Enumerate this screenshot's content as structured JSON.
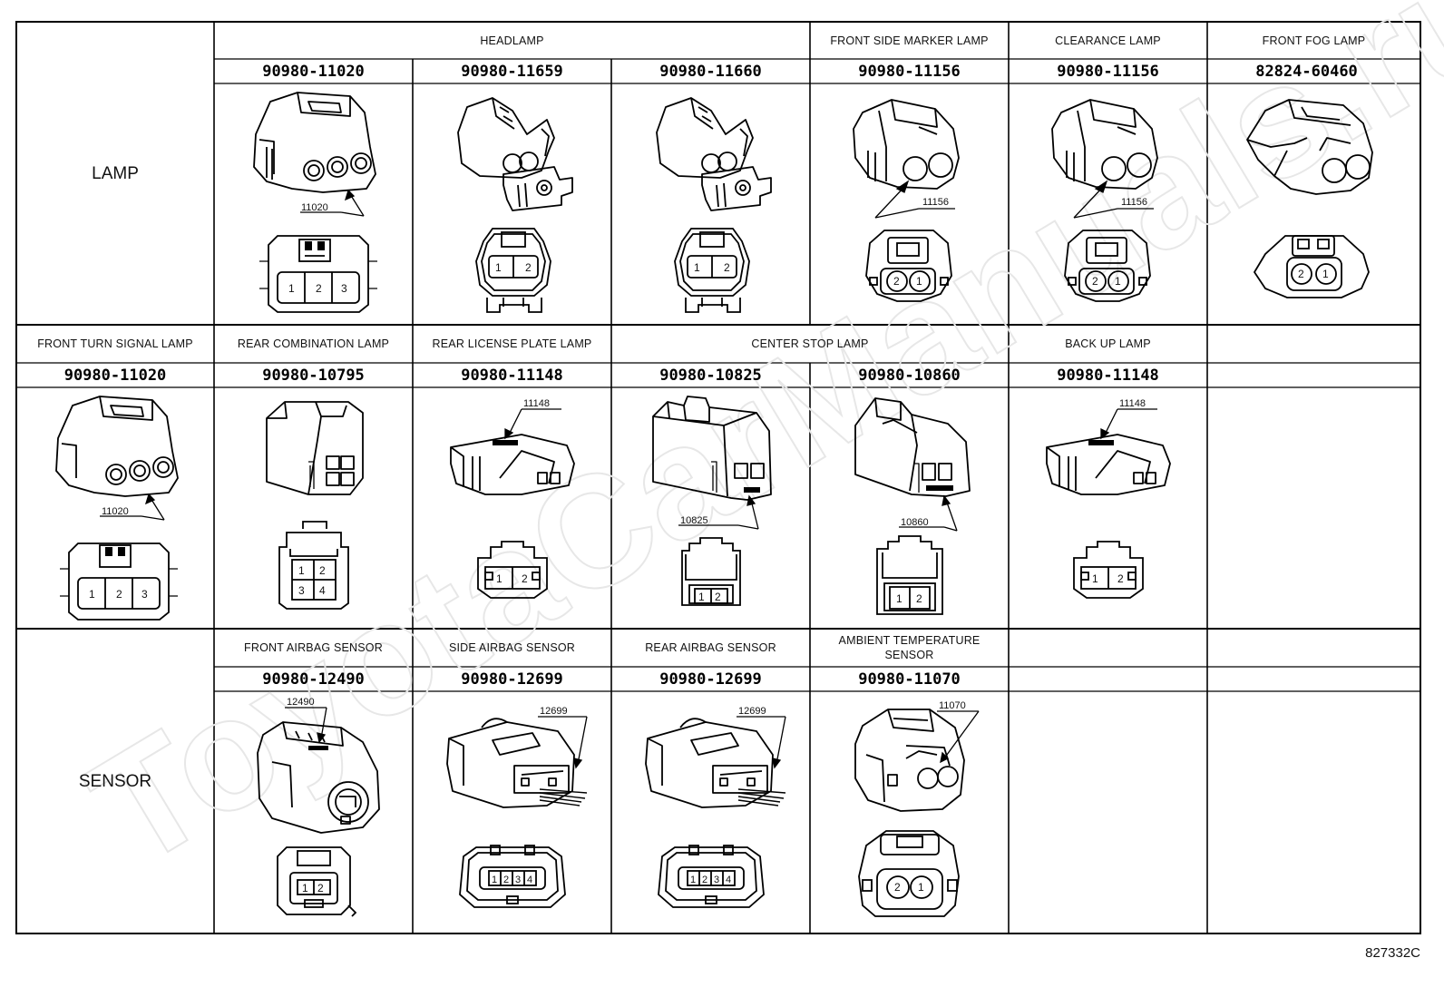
{
  "sections": [
    {
      "name": "LAMP"
    },
    {
      "name": "SENSOR"
    }
  ],
  "row1": {
    "group_headlamp": "HEADLAMP",
    "items": [
      {
        "label": "FRONT SIDE MARKER LAMP"
      },
      {
        "label": "CLEARANCE LAMP"
      },
      {
        "label": "FRONT FOG LAMP"
      }
    ],
    "parts": [
      "90980-11020",
      "90980-11659",
      "90980-11660",
      "90980-11156",
      "90980-11156",
      "82824-60460"
    ],
    "callouts": [
      "11020",
      "11156",
      "11156"
    ],
    "pins": {
      "c1": [
        "1",
        "2",
        "3"
      ],
      "c2": [
        "1",
        "2"
      ],
      "c3": [
        "1",
        "2"
      ],
      "c4": [
        "2",
        "1"
      ],
      "c5": [
        "2",
        "1"
      ],
      "c6": [
        "2",
        "1"
      ]
    }
  },
  "row2": {
    "items": [
      {
        "label": "FRONT TURN SIGNAL LAMP"
      },
      {
        "label": "REAR COMBINATION LAMP"
      },
      {
        "label": "REAR LICENSE PLATE LAMP"
      },
      {
        "label": "CENTER STOP LAMP"
      },
      {
        "label": "BACK UP LAMP"
      }
    ],
    "parts": [
      "90980-11020",
      "90980-10795",
      "90980-11148",
      "90980-10825",
      "90980-10860",
      "90980-11148"
    ],
    "callouts": [
      "11020",
      "11148",
      "10825",
      "10860",
      "11148"
    ],
    "pins": {
      "c1": [
        "1",
        "2",
        "3"
      ],
      "c2": [
        "1",
        "2",
        "3",
        "4"
      ],
      "c3": [
        "1",
        "2"
      ],
      "c4": [
        "1",
        "2"
      ],
      "c5": [
        "1",
        "2"
      ],
      "c6": [
        "1",
        "2"
      ]
    }
  },
  "row3": {
    "items": [
      {
        "label": "FRONT AIRBAG SENSOR"
      },
      {
        "label": "SIDE AIRBAG SENSOR"
      },
      {
        "label": "REAR AIRBAG SENSOR"
      },
      {
        "label": "AMBIENT TEMPERATURE",
        "label2": "SENSOR"
      }
    ],
    "parts": [
      "90980-12490",
      "90980-12699",
      "90980-12699",
      "90980-11070"
    ],
    "callouts": [
      "12490",
      "12699",
      "12699",
      "11070"
    ],
    "pins": {
      "c1": [
        "1",
        "2"
      ],
      "c2": [
        "1",
        "2",
        "3",
        "4"
      ],
      "c3": [
        "1",
        "2",
        "3",
        "4"
      ],
      "c4": [
        "2",
        "1"
      ]
    }
  },
  "figure_ref": "827332C",
  "watermark": "ToyotaCarManuals.ru"
}
